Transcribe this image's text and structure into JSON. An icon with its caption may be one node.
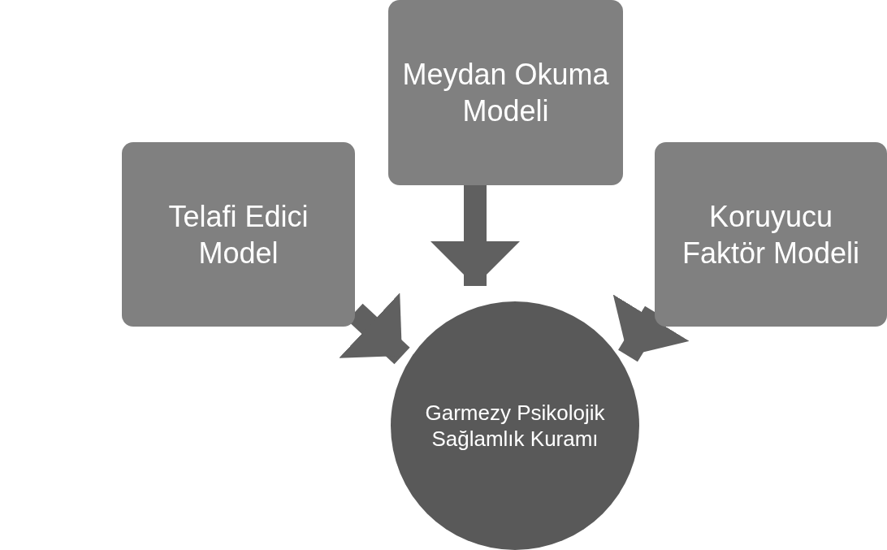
{
  "diagram": {
    "nodes": [
      {
        "text": [
          "Meydan Okuma Modeli"
        ]
      },
      {
        "text": [
          "Telafi Edici Model"
        ]
      },
      {
        "text": [
          "Koruyucu Faktör Modeli"
        ]
      },
      {
        "text": [
          "Garmezy Psikolojik Sağlamlık Kuramı"
        ]
      }
    ],
    "edges": [
      {
        "from": 1,
        "to": 3,
        "arrow": "to"
      },
      {
        "from": 0,
        "to": 3,
        "arrow": "to"
      },
      {
        "from": 2,
        "to": 3,
        "arrow": "to"
      }
    ]
  }
}
